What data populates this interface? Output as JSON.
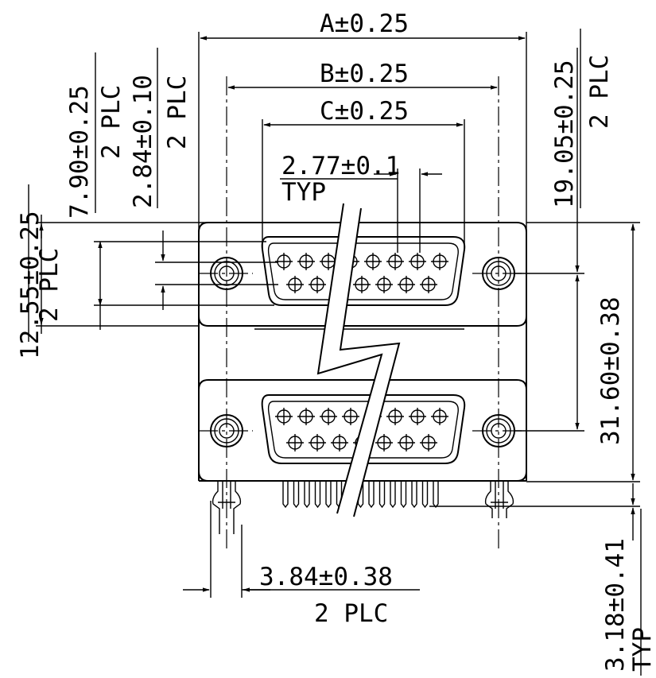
{
  "dimensions": {
    "width_a": "A±0.25",
    "width_b": "B±0.25",
    "width_c": "C±0.25",
    "contact_pitch": "2.77±0.1",
    "contact_pitch_note": "TYP",
    "height_790": "7.90±0.25",
    "height_790_note": "2 PLC",
    "height_284": "2.84±0.10",
    "height_284_note": "2 PLC",
    "height_1255": "12.55±0.25",
    "height_1255_note": "2 PLC",
    "height_1905": "19.05±0.25",
    "height_1905_note": "2 PLC",
    "height_3160": "31.60±0.38",
    "boardlock_offset": "3.84±0.38",
    "boardlock_offset_note": "2 PLC",
    "pin_length": "3.18±0.41",
    "pin_length_note": "TYP"
  },
  "connectors": [
    {
      "position": "upper",
      "contacts_row1": 8,
      "contacts_row2": 7
    },
    {
      "position": "lower",
      "contacts_row1": 8,
      "contacts_row2": 7
    }
  ]
}
